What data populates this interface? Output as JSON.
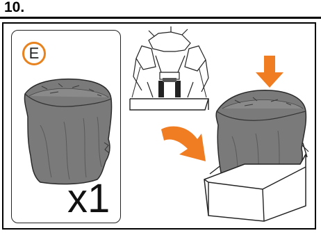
{
  "step": {
    "number": "10."
  },
  "part": {
    "letter": "E",
    "quantity": "x1"
  },
  "colors": {
    "accent": "#f07d22",
    "bag": "#7a7a7a",
    "bag_dark": "#4a4a4a",
    "outline": "#222222"
  },
  "icons": [
    "bag-icon",
    "down-arrow-icon",
    "curved-arrow-icon",
    "box-icon",
    "robot-toy-icon"
  ]
}
